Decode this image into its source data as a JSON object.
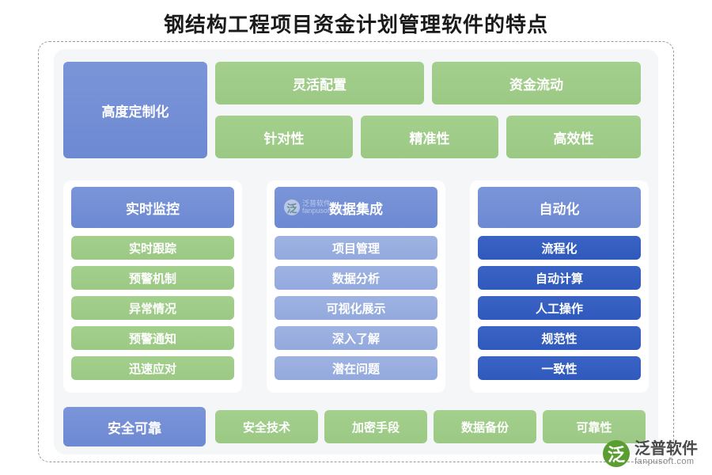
{
  "title": "钢结构工程项目资金计划管理软件的特点",
  "colors": {
    "blue_mid": "#6d89d2",
    "blue_light": "#93a9dd",
    "blue_dark": "#3059bd",
    "green": "#9bc984",
    "panel_bg": "#f5f6f8",
    "frame_border": "#9a9a9a",
    "logo_green": "#5a9e31"
  },
  "row1": {
    "feature": "高度定制化",
    "top": [
      "灵活配置",
      "资金流动"
    ],
    "bottom": [
      "针对性",
      "精准性",
      "高效性"
    ]
  },
  "columns": [
    {
      "head": "实时监控",
      "items": [
        "实时跟踪",
        "预警机制",
        "异常情况",
        "预警通知",
        "迅速应对"
      ]
    },
    {
      "head": "数据集成",
      "items": [
        "项目管理",
        "数据分析",
        "可视化展示",
        "深入了解",
        "潜在问题"
      ]
    },
    {
      "head": "自动化",
      "items": [
        "流程化",
        "自动计算",
        "人工操作",
        "规范性",
        "一致性"
      ]
    }
  ],
  "bottom_row": {
    "feature": "安全可靠",
    "items": [
      "安全技术",
      "加密手段",
      "数据备份",
      "可靠性"
    ]
  },
  "watermark": {
    "mark": "泛",
    "line1": "泛普软件",
    "line2": "fanpusoft.com"
  },
  "logo": {
    "mark": "泛",
    "name_cn": "泛普软件",
    "name_en": "fanpusoft.com"
  }
}
